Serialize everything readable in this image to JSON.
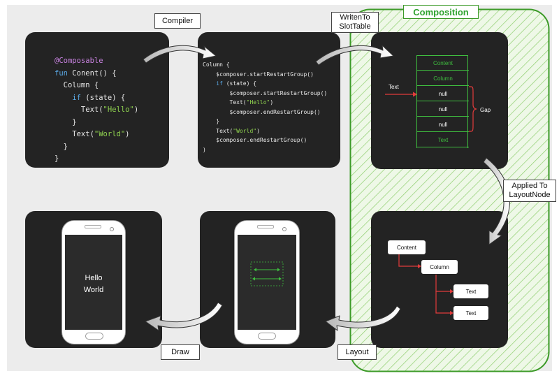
{
  "colors": {
    "panel": "#232323",
    "green": "#3fbf3f",
    "red": "#e23b3b",
    "region": "#e8f5de"
  },
  "labels": {
    "compiler": "Compiler",
    "writen_to": "WritenTo\nSlotTable",
    "composition": "Composition",
    "applied_to": "Applied To\nLayoutNode",
    "layout": "Layout",
    "draw": "Draw"
  },
  "source_code": [
    [
      {
        "t": "@Composable",
        "c": "ann"
      }
    ],
    [
      {
        "t": "fun ",
        "c": "kw"
      },
      {
        "t": "Conent() {",
        "c": ""
      }
    ],
    [
      {
        "t": "  Column {",
        "c": ""
      }
    ],
    [
      {
        "t": "    if ",
        "c": "kw"
      },
      {
        "t": "(state) {",
        "c": ""
      }
    ],
    [
      {
        "t": "      Text(",
        "c": ""
      },
      {
        "t": "\"Hello\"",
        "c": "str"
      },
      {
        "t": ")",
        "c": ""
      }
    ],
    [
      {
        "t": "    }",
        "c": ""
      }
    ],
    [
      {
        "t": "    Text(",
        "c": ""
      },
      {
        "t": "\"World\"",
        "c": "str"
      },
      {
        "t": ")",
        "c": ""
      }
    ],
    [
      {
        "t": "  }",
        "c": ""
      }
    ],
    [
      {
        "t": "}",
        "c": ""
      }
    ]
  ],
  "compiled_code": [
    [
      {
        "t": "Column {",
        "c": ""
      }
    ],
    [
      {
        "t": "    $composer.startRestartGroup()",
        "c": ""
      }
    ],
    [
      {
        "t": "    if ",
        "c": "kw"
      },
      {
        "t": "(state) {",
        "c": ""
      }
    ],
    [
      {
        "t": "        $composer.startRestartGroup()",
        "c": ""
      }
    ],
    [
      {
        "t": "        Text(",
        "c": ""
      },
      {
        "t": "\"Hello\"",
        "c": "str"
      },
      {
        "t": ")",
        "c": ""
      }
    ],
    [
      {
        "t": "        $composer.endRestartGroup()",
        "c": ""
      }
    ],
    [
      {
        "t": "    }",
        "c": ""
      }
    ],
    [
      {
        "t": "    Text(",
        "c": ""
      },
      {
        "t": "\"World\"",
        "c": "str"
      },
      {
        "t": ")",
        "c": ""
      }
    ],
    [
      {
        "t": "    $composer.endRestartGroup()",
        "c": ""
      }
    ],
    [
      {
        "t": ")",
        "c": ""
      }
    ]
  ],
  "slot_table": {
    "slots": [
      "Content",
      "Column",
      "null",
      "null",
      "null",
      "Text"
    ],
    "pointer_label": "Text",
    "gap_label": "Gap"
  },
  "layout_tree": {
    "nodes": [
      "Content",
      "Column",
      "Text",
      "Text"
    ]
  },
  "phone_text": {
    "line1": "Hello",
    "line2": "World"
  }
}
